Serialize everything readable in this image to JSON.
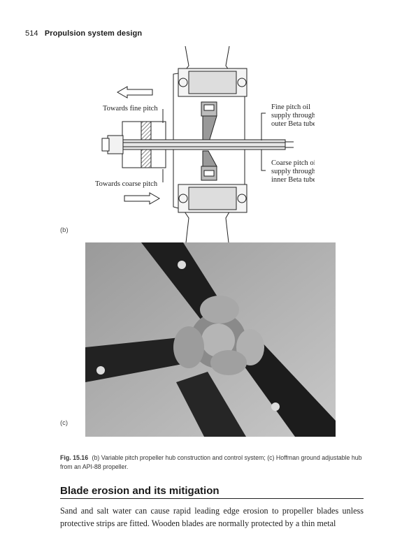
{
  "header": {
    "page_number": "514",
    "running_title": "Propulsion system design"
  },
  "figure_b": {
    "panel_label": "(b)",
    "labels": {
      "towards_fine": "Towards fine pitch",
      "towards_coarse": "Towards coarse pitch",
      "fine_supply": [
        "Fine pitch oil",
        "supply through",
        "outer Beta tube"
      ],
      "coarse_supply": [
        "Coarse pitch oil",
        "supply through",
        "inner Beta tube"
      ]
    }
  },
  "figure_c": {
    "panel_label": "(c)"
  },
  "caption": {
    "fig_number": "Fig. 15.16",
    "text": "(b) Variable pitch propeller hub construction and control system; (c) Hoffman ground adjustable hub from an API-88 propeller."
  },
  "section": {
    "heading": "Blade erosion and its mitigation",
    "paragraph": "Sand and salt water can cause rapid leading edge erosion to propeller blades unless protective strips are fitted. Wooden blades are normally protected by a thin metal"
  }
}
